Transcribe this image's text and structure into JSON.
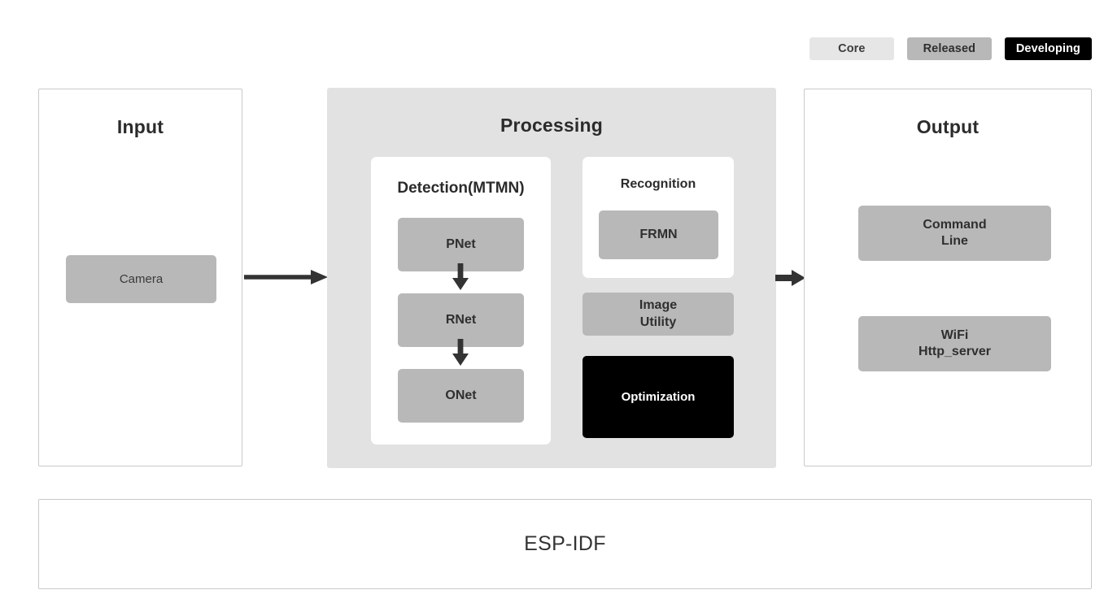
{
  "legend": {
    "items": [
      {
        "label": "Core",
        "state": "core"
      },
      {
        "label": "Released",
        "state": "released"
      },
      {
        "label": "Developing",
        "state": "developing"
      }
    ]
  },
  "panels": {
    "input": {
      "title": "Input",
      "boxes": [
        {
          "label": "Camera",
          "state": "released"
        }
      ]
    },
    "processing": {
      "title": "Processing",
      "detection": {
        "title": "Detection(MTMN)",
        "stages": [
          {
            "label": "PNet",
            "state": "released"
          },
          {
            "label": "RNet",
            "state": "released"
          },
          {
            "label": "ONet",
            "state": "released"
          }
        ]
      },
      "recognition": {
        "title": "Recognition",
        "models": [
          {
            "label": "FRMN",
            "state": "released"
          }
        ]
      },
      "extras": [
        {
          "label": "Image\nUtility",
          "state": "released"
        },
        {
          "label": "Optimization",
          "state": "developing"
        }
      ]
    },
    "output": {
      "title": "Output",
      "boxes": [
        {
          "label": "Command\nLine",
          "state": "released"
        },
        {
          "label": "WiFi\nHttp_server",
          "state": "released"
        }
      ]
    },
    "foundation": {
      "title": "ESP-IDF"
    }
  },
  "flow": {
    "input_to_processing": "arrow-right",
    "processing_to_output": "arrow-right",
    "pnet_to_rnet": "arrow-down",
    "rnet_to_onet": "arrow-down"
  },
  "colors": {
    "core": "#e6e6e6",
    "released": "#b8b8b8",
    "developing": "#000000",
    "panel_processing": "#e2e2e2",
    "panel_border": "#c9c9c9",
    "arrow": "#333333",
    "text_dark": "#2b2b2b",
    "background": "#ffffff"
  }
}
